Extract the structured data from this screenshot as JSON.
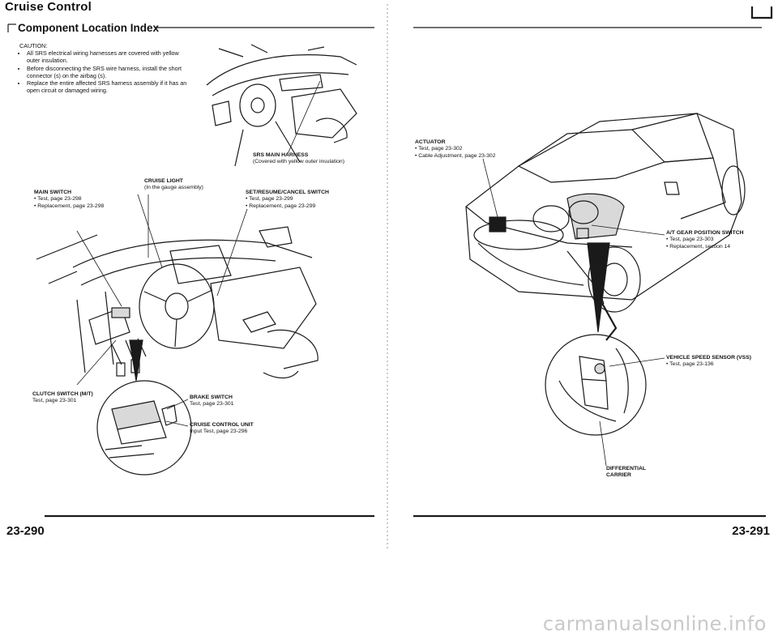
{
  "header": {
    "title": "Cruise Control",
    "subtitle": "Component Location Index"
  },
  "caution": {
    "heading": "CAUTION:",
    "items": [
      "All SRS electrical wiring harnesses are covered with yellow outer insulation.",
      "Before disconnecting the SRS wire harness, install the short connector (s) on the airbag (s).",
      "Replace the entire affected SRS harness assembly if it has an open circuit or damaged wiring."
    ]
  },
  "left_labels": {
    "srs_harness": {
      "name": "SRS MAIN HARNESS",
      "note": "(Covered with yellow outer insulation)"
    },
    "cruise_light": {
      "name": "CRUISE LIGHT",
      "note": "(In the gauge assembly)"
    },
    "main_switch": {
      "name": "MAIN SWITCH",
      "line1": "• Test, page 23-298",
      "line2": "• Replacement, page 23-298"
    },
    "set_switch": {
      "name": "SET/RESUME/CANCEL SWITCH",
      "line1": "• Test, page 23-299",
      "line2": "• Replacement, page 23-299"
    },
    "clutch_switch": {
      "name": "CLUTCH SWITCH (M/T)",
      "line1": "Test, page 23-301"
    },
    "brake_switch": {
      "name": "BRAKE SWITCH",
      "line1": "Test, page 23-301"
    },
    "control_unit": {
      "name": "CRUISE CONTROL UNIT",
      "line1": "Input Test, page 23-296"
    }
  },
  "right_labels": {
    "actuator": {
      "name": "ACTUATOR",
      "line1": "• Test, page 23-302",
      "line2": "• Cable Adjustment, page 23-302"
    },
    "at_gear": {
      "name": "A/T GEAR POSITION SWITCH",
      "line1": "• Test, page 23-303",
      "line2": "• Replacement, section 14"
    },
    "vss": {
      "name": "VEHICLE SPEED SENSOR (VSS)",
      "line1": "• Test, page 23-136"
    },
    "diff": {
      "name": "DIFFERENTIAL",
      "line2": "CARRIER"
    }
  },
  "pages": {
    "left": "23-290",
    "right": "23-291"
  },
  "watermark": "carmanualsonline.info"
}
